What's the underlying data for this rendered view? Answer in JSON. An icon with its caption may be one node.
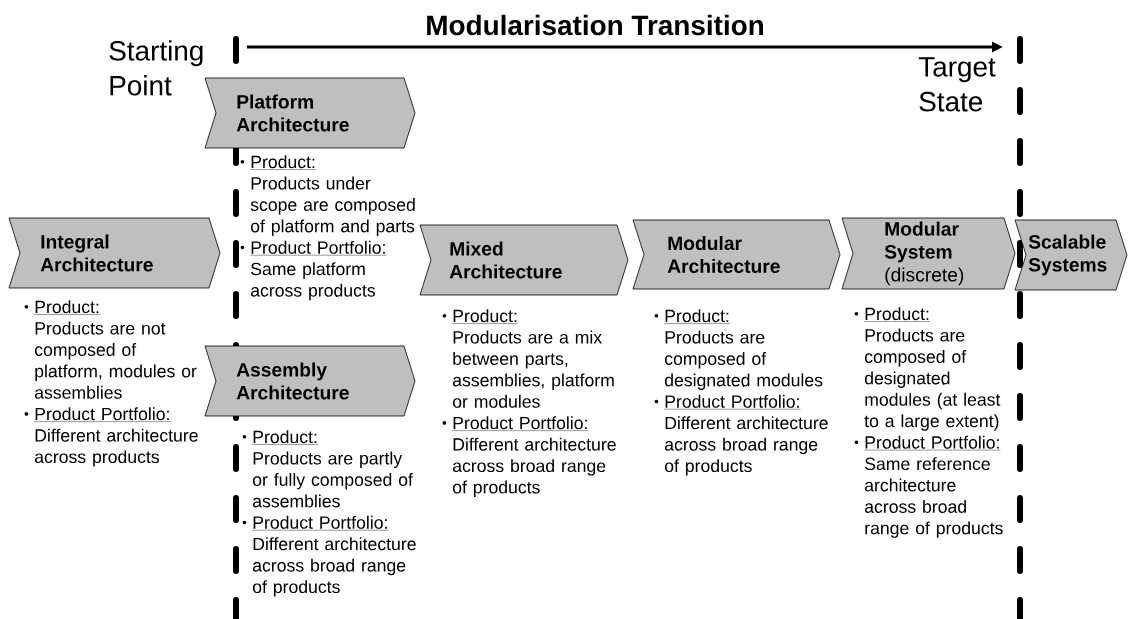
{
  "diagram": {
    "title": "Modularisation Transition",
    "nodes": [
      {
        "text": [
          "Integral Architecture"
        ],
        "beside": [
          "Product:",
          "Products are not composed of platform, modules or assemblies",
          "Product Portfolio:",
          "Different architecture across products"
        ]
      },
      {
        "text": [
          "Platform Architecture"
        ],
        "beside": [
          "Product:",
          "Products under scope are composed of platform and parts",
          "Product Portfolio:",
          "Same platform across products"
        ]
      },
      {
        "text": [
          "Assembly Architecture"
        ],
        "beside": [
          "Product:",
          "Products are partly or fully composed of assemblies",
          "Product Portfolio:",
          "Different architecture across broad range of products"
        ]
      },
      {
        "text": [
          "Mixed Architecture"
        ],
        "beside": [
          "Product:",
          "Products are a mix between parts, assemblies, platform or modules",
          "Product Portfolio:",
          "Different architecture across broad range of products"
        ]
      },
      {
        "text": [
          "Modular Architecture"
        ],
        "beside": [
          "Product:",
          "Products are composed of designated modules",
          "Product Portfolio:",
          "Different architecture across broad range of products"
        ]
      },
      {
        "text": [
          "Modular System",
          "(discrete)"
        ],
        "beside": [
          "Product:",
          "Products are composed of designated modules (at least to a large extent)",
          "Product Portfolio:",
          "Same reference architecture across broad range of products"
        ]
      },
      {
        "text": [
          "Scalable Systems"
        ]
      }
    ],
    "labels": [
      "Starting Point",
      "Target State"
    ]
  }
}
